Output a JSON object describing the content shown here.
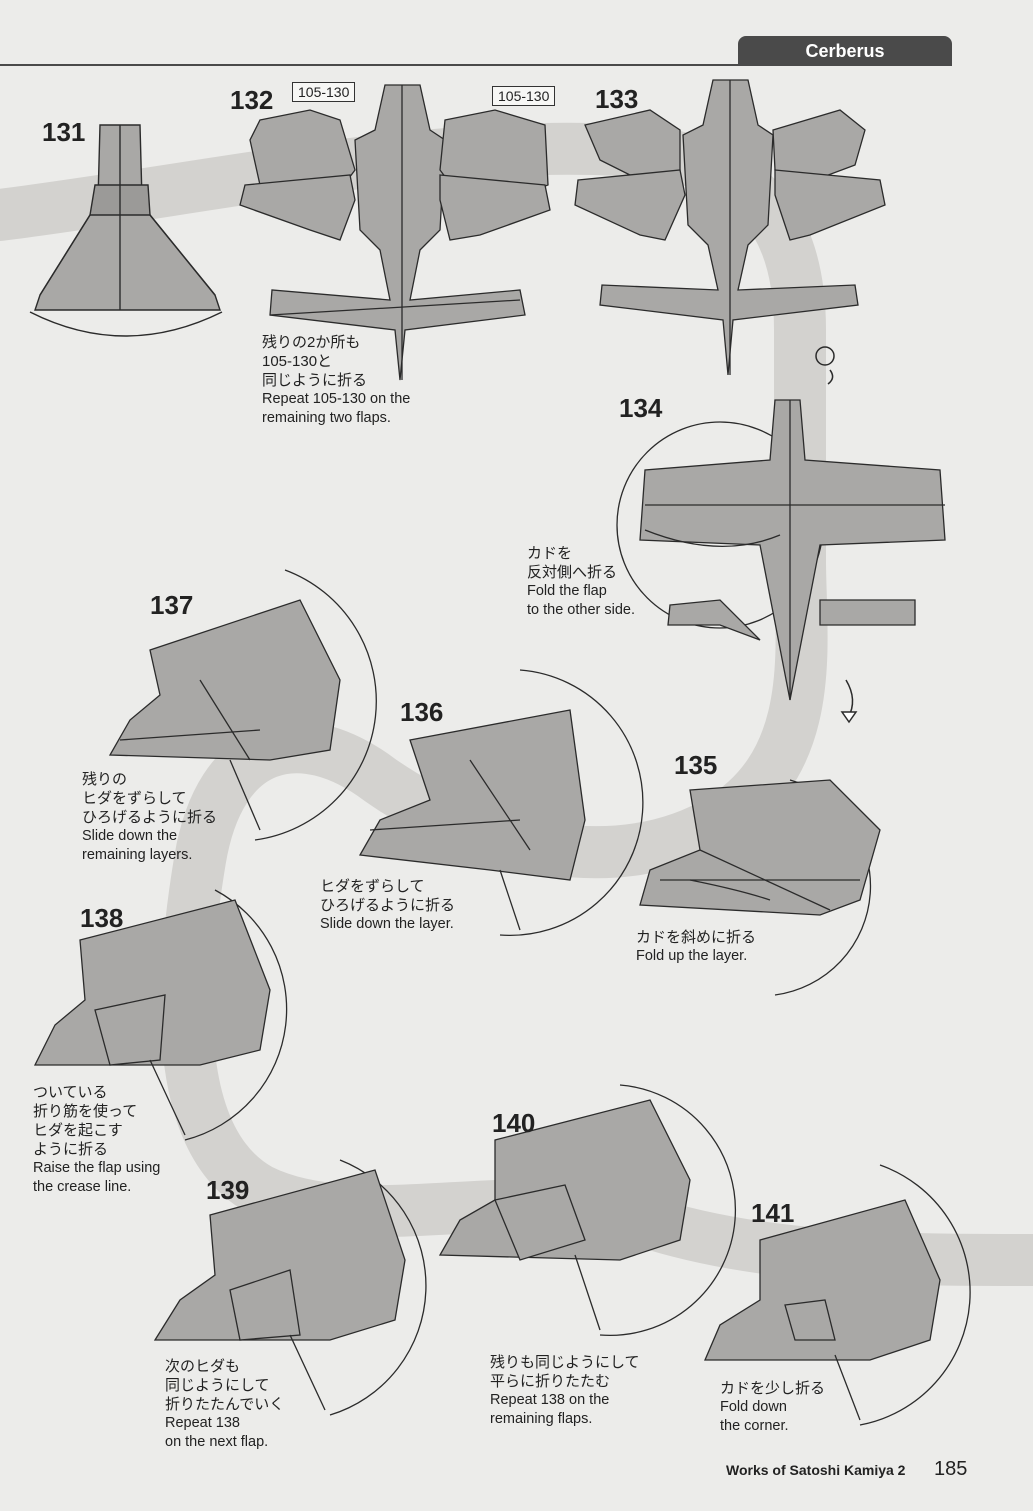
{
  "header": {
    "title": "Cerberus"
  },
  "steps": {
    "s131": "131",
    "s132": "132",
    "s133": "133",
    "s134": "134",
    "s135": "135",
    "s136": "136",
    "s137": "137",
    "s138": "138",
    "s139": "139",
    "s140": "140",
    "s141": "141"
  },
  "refs": {
    "ref_left": "105-130",
    "ref_right": "105-130"
  },
  "captions": {
    "c132": {
      "jp1": "残りの2か所も",
      "jp2": "105-130と",
      "jp3": "同じように折る",
      "en1": "Repeat 105-130 on the",
      "en2": "remaining two flaps."
    },
    "c134": {
      "jp1": "カドを",
      "jp2": "反対側へ折る",
      "en1": "Fold the flap",
      "en2": "to the other side."
    },
    "c137": {
      "jp1": "残りの",
      "jp2": "ヒダをずらして",
      "jp3": "ひろげるように折る",
      "en1": "Slide down the",
      "en2": "remaining layers."
    },
    "c136": {
      "jp1": "ヒダをずらして",
      "jp2": "ひろげるように折る",
      "en1": "Slide down the layer."
    },
    "c135": {
      "jp1": "カドを斜めに折る",
      "en1": "Fold up the layer."
    },
    "c138": {
      "jp1": "ついている",
      "jp2": "折り筋を使って",
      "jp3": "ヒダを起こす",
      "jp4": "ように折る",
      "en1": "Raise the flap using",
      "en2": "the crease line."
    },
    "c139": {
      "jp1": "次のヒダも",
      "jp2": "同じようにして",
      "jp3": "折りたたんでいく",
      "en1": "Repeat 138",
      "en2": "on the next flap."
    },
    "c140": {
      "jp1": "残りも同じようにして",
      "jp2": "平らに折りたたむ",
      "en1": "Repeat 138 on the",
      "en2": "remaining flaps."
    },
    "c141": {
      "jp1": "カドを少し折る",
      "en1": "Fold down",
      "en2": "the corner."
    }
  },
  "footer": {
    "book": "Works of Satoshi Kamiya 2",
    "page": "185"
  },
  "colors": {
    "paper": "#a9a8a6",
    "paper_dark": "#8d8c8a",
    "band": "#d2d1ce",
    "line": "#2b2b2b"
  }
}
